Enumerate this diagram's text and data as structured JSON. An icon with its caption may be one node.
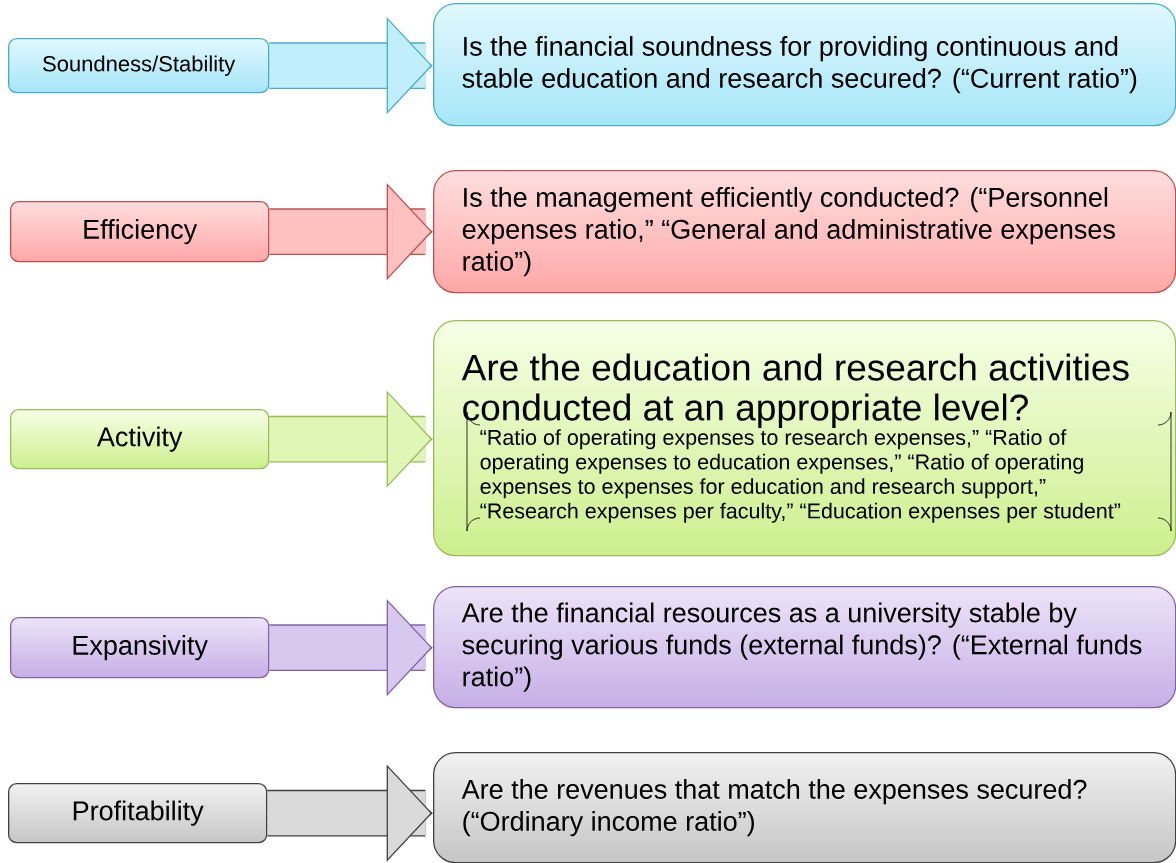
{
  "diagram": {
    "nodes": [
      {
        "text": [
          "Soundness/Stability"
        ]
      },
      {
        "text": [
          "Is the financial soundness for providing continuous and stable education and research secured? (“Current ratio”)"
        ]
      },
      {
        "text": [
          "Efficiency"
        ]
      },
      {
        "text": [
          "Is the management efficiently conducted? (“Personnel expenses ratio,” “General and administrative expenses ratio”)"
        ]
      },
      {
        "text": [
          "Activity"
        ]
      },
      {
        "text": [
          "Are the education and research activities conducted at an appropriate level?",
          "“Ratio of operating expenses to research expenses,” “Ratio of operating expenses to education expenses,” “Ratio of operating expenses to expenses for education and research support,” “Research expenses per faculty,” “Education expenses per student”"
        ]
      },
      {
        "text": [
          "Expansivity"
        ]
      },
      {
        "text": [
          "Are the financial resources as a university stable by securing various funds (external funds)? (“External funds ratio”)"
        ]
      },
      {
        "text": [
          "Profitability"
        ]
      },
      {
        "text": [
          "Are the revenues that match the expenses secured? (“Ordinary income ratio”)"
        ]
      }
    ],
    "edges": [
      {
        "from": 0,
        "to": 1,
        "arrow": "to",
        "color": "#4bacc6"
      },
      {
        "from": 2,
        "to": 3,
        "arrow": "to",
        "color": "#c0504d"
      },
      {
        "from": 4,
        "to": 5,
        "arrow": "to",
        "color": "#9bbb59"
      },
      {
        "from": 6,
        "to": 7,
        "arrow": "to",
        "color": "#8064a2"
      },
      {
        "from": 8,
        "to": 9,
        "arrow": "to",
        "color": "#404040"
      }
    ]
  }
}
